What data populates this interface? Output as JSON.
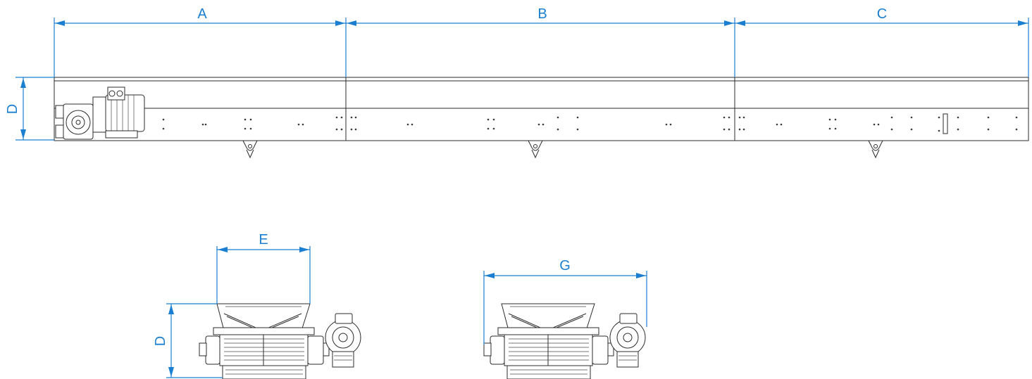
{
  "dimensions": {
    "a": "A",
    "b": "B",
    "c": "C",
    "d_side": "D",
    "e": "E",
    "d_end": "D",
    "g": "G"
  },
  "colors": {
    "dimension": "#1a7fd0",
    "line": "#2b2b2b",
    "background": "#ffffff"
  }
}
